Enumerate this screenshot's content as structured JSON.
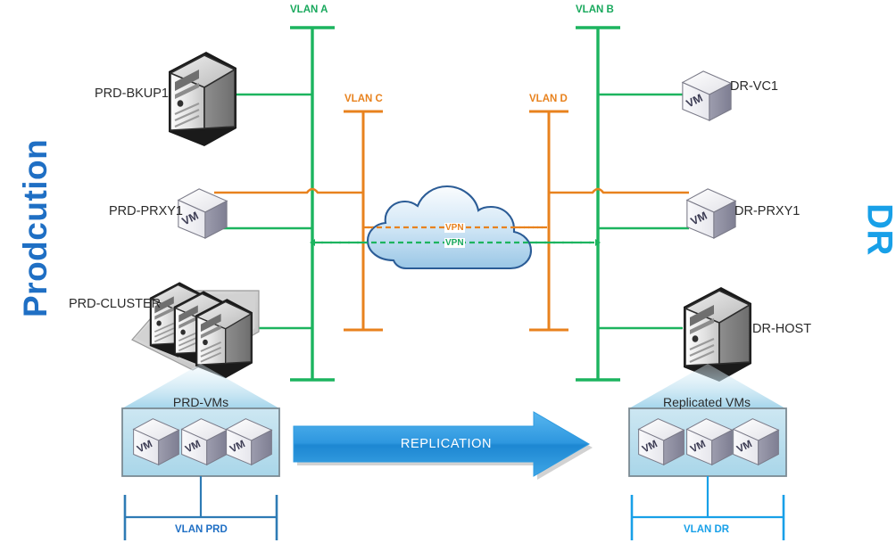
{
  "sides": {
    "left_title": "Prodcution",
    "right_title": "DR"
  },
  "vlans": {
    "a": "VLAN A",
    "b": "VLAN B",
    "c": "VLAN C",
    "d": "VLAN D",
    "prd": "VLAN PRD",
    "dr": "VLAN DR"
  },
  "vpn": {
    "tunnel_orange": "VPN",
    "tunnel_green": "VPN"
  },
  "nodes": {
    "prd_bkup1": "PRD-BKUP1",
    "prd_prxy1": "PRD-PRXY1",
    "prd_cluster": "PRD-CLUSTER",
    "dr_vc1": "DR-VC1",
    "dr_prxy1": "DR-PRXY1",
    "dr_host": "DR-HOST"
  },
  "groups": {
    "prd_vms": "PRD-VMs",
    "replicated_vms": "Replicated VMs"
  },
  "vm_icon_text": {
    "prd_prxy1": "VM",
    "dr_vc1": "VM",
    "dr_prxy1": "VM",
    "prd_vm_1": "VM",
    "prd_vm_2": "VM",
    "prd_vm_3": "VM",
    "dr_vm_1": "VM",
    "dr_vm_2": "VM",
    "dr_vm_3": "VM"
  },
  "arrow": {
    "label": "REPLICATION"
  },
  "colors": {
    "vlan_green": "#1CB45F",
    "vlan_orange": "#E8821E",
    "vlan_blue": "#2E7BB5",
    "vlan_dr_blue": "#18A0E8",
    "production_title": "#1F6FC4",
    "dr_title": "#18A0E8",
    "cloud_fill_top": "#F2F8FD",
    "cloud_fill_bottom": "#9CC9E8",
    "cloud_stroke": "#2B5C96",
    "arrow_fill": "#2E9BE0",
    "vm_group_fill": "#BFE0EF",
    "vm_group_stroke": "#7B8A93"
  }
}
